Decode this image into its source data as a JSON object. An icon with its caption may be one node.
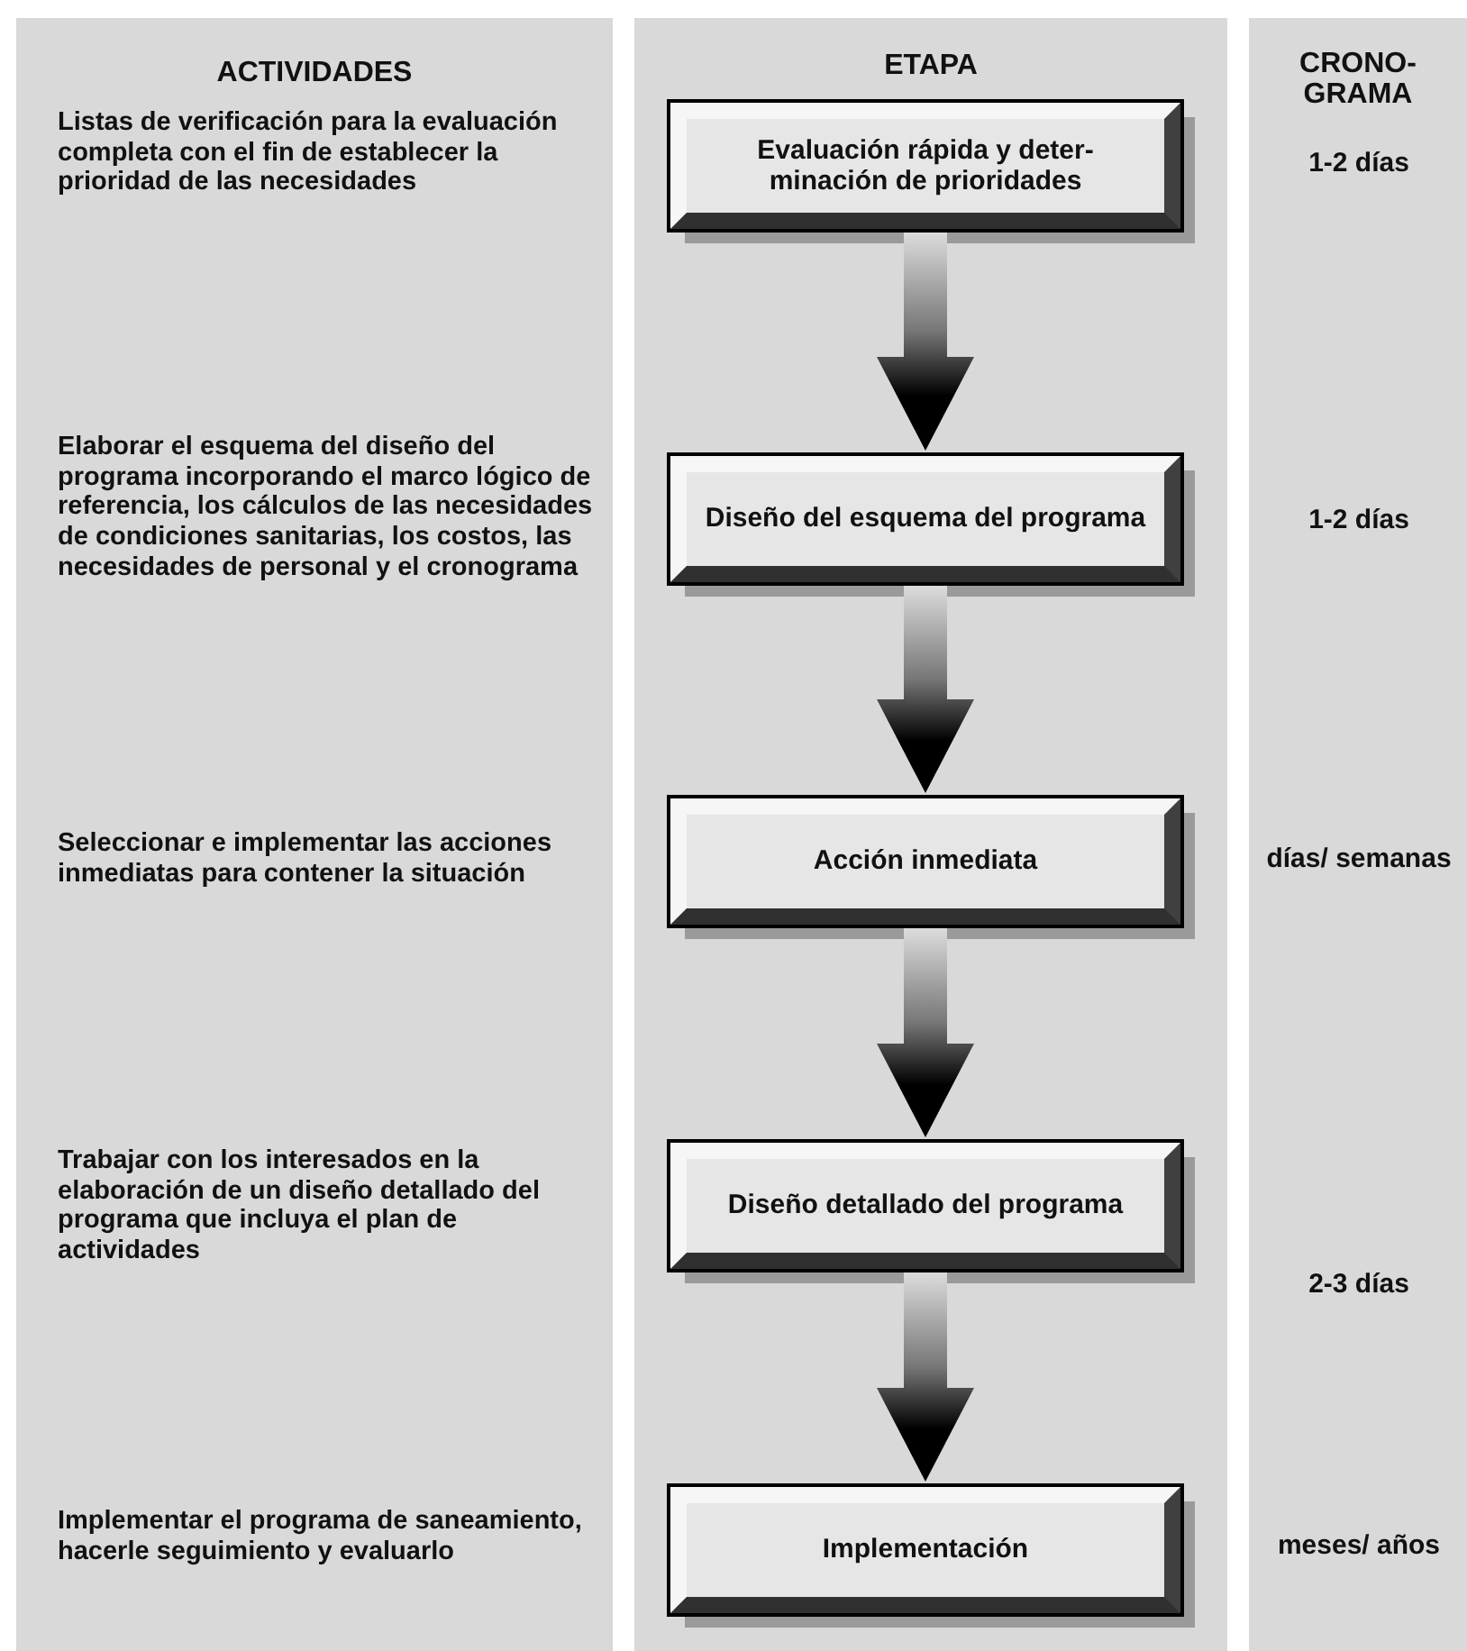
{
  "diagram": {
    "nodes": [
      {
        "text": [
          "ACTIVIDADES"
        ]
      },
      {
        "text": [
          "ETAPA"
        ]
      },
      {
        "text": [
          "CRONO- GRAMA"
        ]
      },
      {
        "text": [
          "Evaluación rápida y deter- minación de prioridades"
        ],
        "in": 1
      },
      {
        "text": [
          "Diseño del esquema del programa"
        ],
        "in": 1
      },
      {
        "text": [
          "Acción inmediata"
        ],
        "in": 1
      },
      {
        "text": [
          "Diseño detallado del programa"
        ],
        "in": 1
      },
      {
        "text": [
          "Implementación"
        ],
        "in": 1
      }
    ],
    "edges": [
      {
        "from": 3,
        "to": 4,
        "arrow": "to",
        "style": "thick"
      },
      {
        "from": 4,
        "to": 5,
        "arrow": "to",
        "style": "thick"
      },
      {
        "from": 5,
        "to": 6,
        "arrow": "to",
        "style": "thick"
      },
      {
        "from": 6,
        "to": 7,
        "arrow": "to",
        "style": "thick"
      }
    ],
    "labels": [
      "Listas de verificación para la evaluación completa con el fin de establecer la prioridad de las necesidades",
      "1-2 días",
      "Elaborar el esquema del diseño del programa incorporando el marco lógico de referencia, los cálculos de las necesidades de condiciones sanitarias, los costos, las necesidades de personal y el cronograma",
      "1-2 días",
      "Seleccionar e implementar las acciones inmediatas para contener la situación",
      "días/ semanas",
      "Trabajar con los interesados en la elaboración de un diseño detallado del programa que incluya el plan de actividades",
      "2-3 días",
      "Implementar el programa de saneamiento, hacerle seguimiento y evaluarlo",
      "meses/ años"
    ]
  }
}
